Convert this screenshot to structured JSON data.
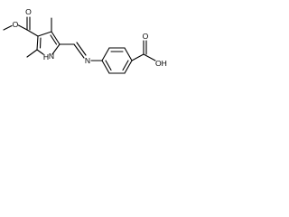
{
  "molecule": {
    "atoms": {
      "ester_o_methyl": "O",
      "ester_o_carbonyl": "O",
      "imine_n": "N",
      "acid_o_carbonyl": "O",
      "acid_oh": "OH",
      "pyrrole_nh": "H",
      "pyrrole_n": "N"
    }
  }
}
